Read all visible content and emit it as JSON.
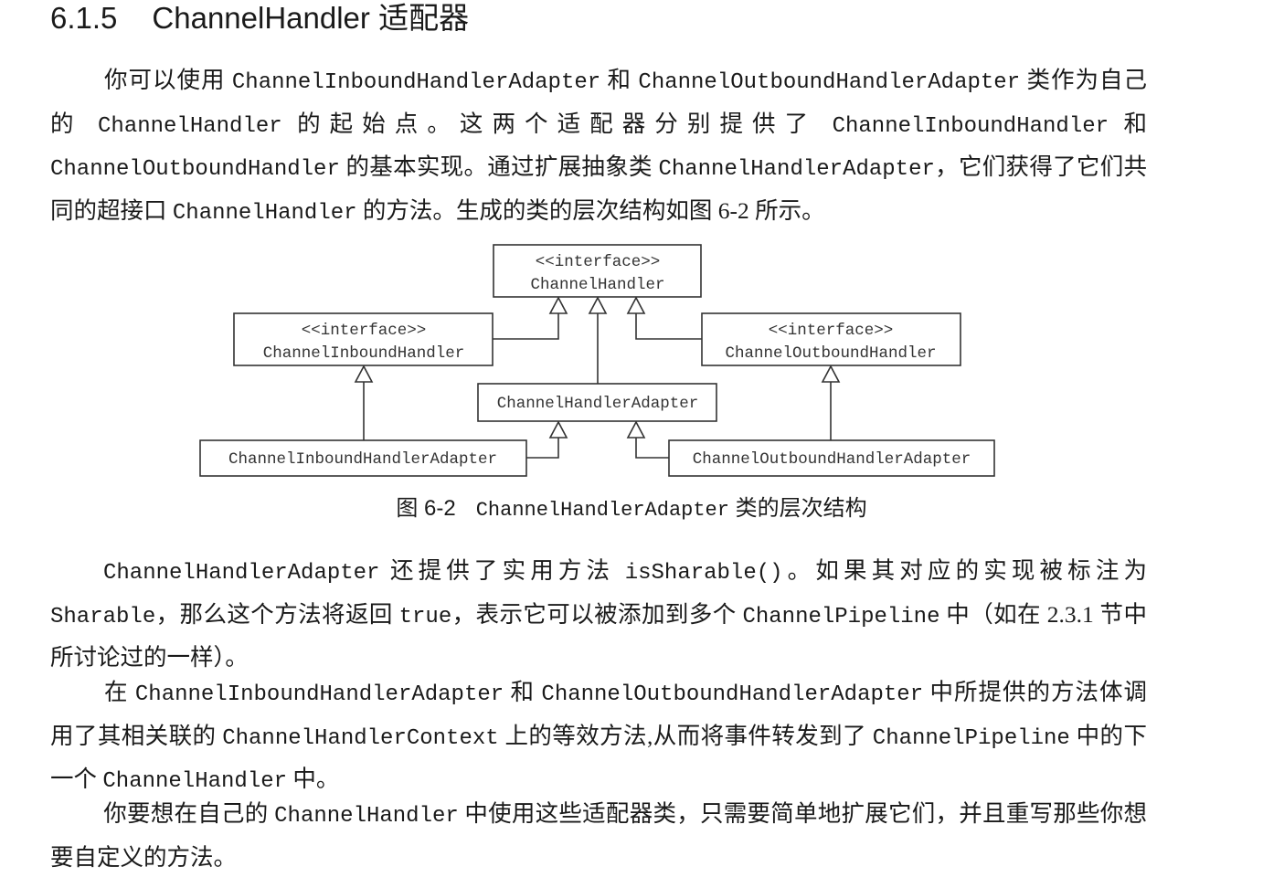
{
  "section": {
    "number": "6.1.5",
    "title": "ChannelHandler 适配器"
  },
  "paragraphs": [
    [
      {
        "t": "你可以使用 "
      },
      {
        "t": "ChannelInboundHandlerAdapter",
        "code": true
      },
      {
        "t": " 和 "
      },
      {
        "t": "ChannelOutboundHandlerAdapter",
        "code": true
      },
      {
        "t": " 类作为自己的 "
      },
      {
        "t": "ChannelHandler",
        "code": true
      },
      {
        "t": " 的起始点。这两个适配器分别提供了 "
      },
      {
        "t": "ChannelInboundHandler",
        "code": true
      },
      {
        "t": " 和 "
      },
      {
        "t": "ChannelOutboundHandler",
        "code": true
      },
      {
        "t": " 的基本实现。通过扩展抽象类 "
      },
      {
        "t": "ChannelHandlerAdapter",
        "code": true
      },
      {
        "t": "，它们获得了它们共同的超接口 "
      },
      {
        "t": "ChannelHandler",
        "code": true
      },
      {
        "t": " 的方法。生成的类的层次结构如图 6-2 所示。"
      }
    ],
    [
      {
        "t": "ChannelHandlerAdapter",
        "code": true
      },
      {
        "t": " 还提供了实用方法 "
      },
      {
        "t": "isSharable()",
        "code": true
      },
      {
        "t": "。如果其对应的实现被标注为 "
      },
      {
        "t": "Sharable",
        "code": true
      },
      {
        "t": "，那么这个方法将返回 "
      },
      {
        "t": "true",
        "code": true
      },
      {
        "t": "，表示它可以被添加到多个 "
      },
      {
        "t": "ChannelPipeline",
        "code": true
      },
      {
        "t": " 中（如在 2.3.1 节中所讨论过的一样）。"
      }
    ],
    [
      {
        "t": "在 "
      },
      {
        "t": "ChannelInboundHandlerAdapter",
        "code": true
      },
      {
        "t": " 和 "
      },
      {
        "t": "ChannelOutboundHandlerAdapter",
        "code": true
      },
      {
        "t": " 中所提供的方法体调用了其相关联的 "
      },
      {
        "t": "ChannelHandlerContext",
        "code": true
      },
      {
        "t": " 上的等效方法,从而将事件转发到了 "
      },
      {
        "t": "ChannelPipeline",
        "code": true
      },
      {
        "t": " 中的下一个 "
      },
      {
        "t": "ChannelHandler",
        "code": true
      },
      {
        "t": " 中。"
      }
    ],
    [
      {
        "t": "你要想在自己的 "
      },
      {
        "t": "ChannelHandler",
        "code": true
      },
      {
        "t": " 中使用这些适配器类，只需要简单地扩展它们，并且重写那些你想要自定义的方法。"
      }
    ]
  ],
  "diagram": {
    "nodes": {
      "channel_handler": {
        "stereotype": "<<interface>>",
        "name": "ChannelHandler"
      },
      "inbound_handler": {
        "stereotype": "<<interface>>",
        "name": "ChannelInboundHandler"
      },
      "outbound_handler": {
        "stereotype": "<<interface>>",
        "name": "ChannelOutboundHandler"
      },
      "handler_adapter": {
        "name": "ChannelHandlerAdapter"
      },
      "inbound_adapter": {
        "name": "ChannelInboundHandlerAdapter"
      },
      "outbound_adapter": {
        "name": "ChannelOutboundHandlerAdapter"
      }
    },
    "edges": [
      {
        "from": "inbound_handler",
        "to": "channel_handler"
      },
      {
        "from": "handler_adapter",
        "to": "channel_handler"
      },
      {
        "from": "outbound_handler",
        "to": "channel_handler"
      },
      {
        "from": "inbound_adapter",
        "to": "inbound_handler"
      },
      {
        "from": "inbound_adapter",
        "to": "handler_adapter"
      },
      {
        "from": "outbound_adapter",
        "to": "handler_adapter"
      },
      {
        "from": "outbound_adapter",
        "to": "outbound_handler"
      }
    ]
  },
  "caption": {
    "label": "图 6-2",
    "code": "ChannelHandlerAdapter",
    "text": " 类的层次结构"
  }
}
